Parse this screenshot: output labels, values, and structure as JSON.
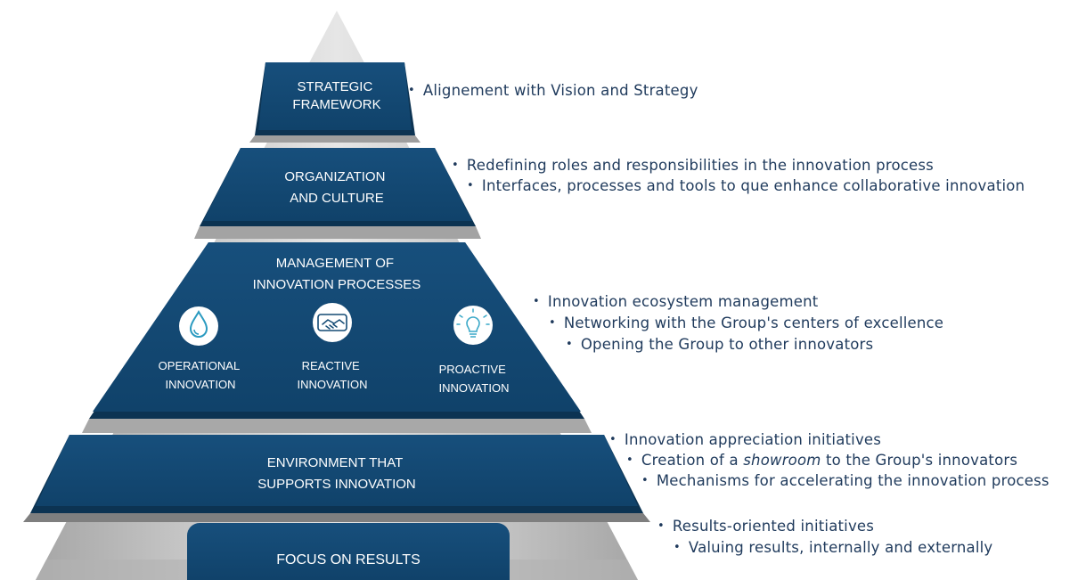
{
  "colors": {
    "band": "#134a74",
    "band_side": "#0c3352",
    "gray_light": "#d9d9d9",
    "gray_mid": "#bfbfbf",
    "gray_dark": "#8c8c8c",
    "text_on_band": "#ffffff",
    "bullet_text": "#1f3a5c"
  },
  "levels": {
    "strategic": {
      "title_lines": [
        "STRATEGIC",
        "FRAMEWORK"
      ],
      "bullets": [
        "Alignement with Vision and Strategy"
      ]
    },
    "organization": {
      "title_lines": [
        "ORGANIZATION",
        "AND CULTURE"
      ],
      "bullets": [
        "Redefining roles and responsibilities in the innovation process",
        "Interfaces, processes and tools to que enhance collaborative innovation"
      ]
    },
    "management": {
      "title_lines": [
        "MANAGEMENT OF",
        "INNOVATION PROCESSES"
      ],
      "sub_items": [
        {
          "icon": "water-drop-icon",
          "label_lines": [
            "OPERATIONAL",
            "INNOVATION"
          ]
        },
        {
          "icon": "handshake-icon",
          "label_lines": [
            "REACTIVE",
            "INNOVATION"
          ]
        },
        {
          "icon": "lightbulb-icon",
          "label_lines": [
            "PROACTIVE",
            "INNOVATION"
          ]
        }
      ],
      "bullets": [
        "Innovation ecosystem management",
        "Networking with the Group's centers of excellence",
        "Opening the Group to other innovators"
      ]
    },
    "environment": {
      "title_lines": [
        "ENVIRONMENT THAT",
        "SUPPORTS INNOVATION"
      ],
      "bullets_before": "Creation of a ",
      "bullets_em": "showroom",
      "bullets_after": " to the Group's innovators",
      "bullet_1": "Innovation appreciation initiatives",
      "bullet_3": "Mechanisms for accelerating the innovation process"
    },
    "results": {
      "title": "FOCUS ON RESULTS",
      "bullets": [
        "Results-oriented initiatives",
        "Valuing results, internally and externally"
      ]
    }
  }
}
